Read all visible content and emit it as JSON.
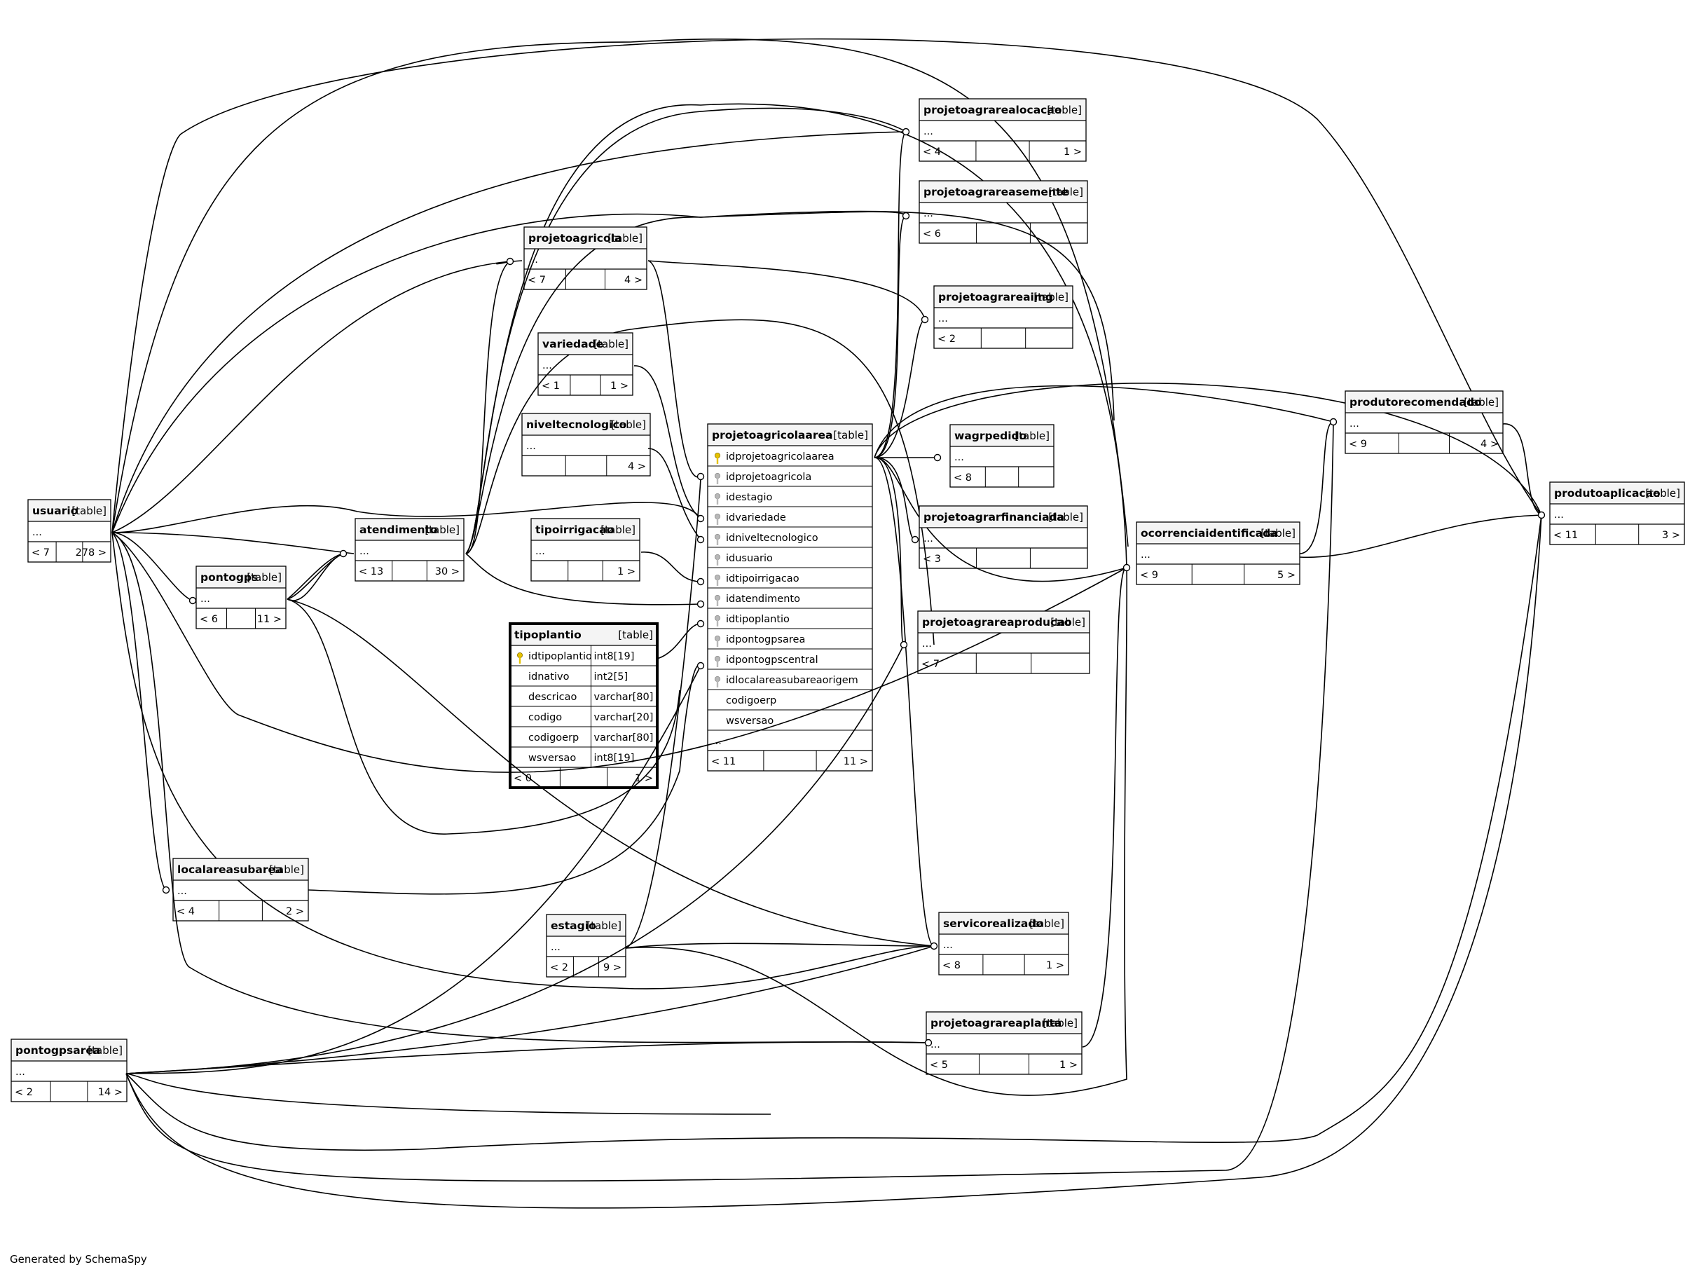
{
  "footer": "Generated by SchemaSpy",
  "table_tag": "[table]",
  "tables": [
    {
      "id": "usuario",
      "name": "usuario",
      "rows": [
        "..."
      ],
      "parents": "< 7",
      "children": "278 >"
    },
    {
      "id": "pontogps",
      "name": "pontogps",
      "rows": [
        "..."
      ],
      "parents": "< 6",
      "children": "11 >"
    },
    {
      "id": "atendimento",
      "name": "atendimento",
      "rows": [
        "..."
      ],
      "parents": "< 13",
      "children": "30 >"
    },
    {
      "id": "projetoagricola",
      "name": "projetoagricola",
      "rows": [
        "..."
      ],
      "parents": "< 7",
      "children": "4 >"
    },
    {
      "id": "variedade",
      "name": "variedade",
      "rows": [
        "..."
      ],
      "parents": "< 1",
      "children": "1 >"
    },
    {
      "id": "niveltecnologico",
      "name": "niveltecnologico",
      "rows": [
        "..."
      ],
      "parents": "",
      "children": "4 >"
    },
    {
      "id": "tipoirrigacao",
      "name": "tipoirrigacao",
      "rows": [
        "..."
      ],
      "parents": "",
      "children": "1 >"
    },
    {
      "id": "tipoplantio",
      "name": "tipoplantio",
      "focus": true,
      "columns": [
        {
          "name": "idtipoplantio",
          "type": "int8[19]",
          "pk": true
        },
        {
          "name": "idnativo",
          "type": "int2[5]"
        },
        {
          "name": "descricao",
          "type": "varchar[80]"
        },
        {
          "name": "codigo",
          "type": "varchar[20]"
        },
        {
          "name": "codigoerp",
          "type": "varchar[80]"
        },
        {
          "name": "wsversao",
          "type": "int8[19]"
        }
      ],
      "parents": "< 0",
      "children": "1 >"
    },
    {
      "id": "projetoagricolaarea",
      "name": "projetoagricolaarea",
      "columns": [
        {
          "name": "idprojetoagricolaarea",
          "pk": true
        },
        {
          "name": "idprojetoagricola",
          "fk": true
        },
        {
          "name": "idestagio",
          "fk": true
        },
        {
          "name": "idvariedade",
          "fk": true
        },
        {
          "name": "idniveltecnologico",
          "fk": true
        },
        {
          "name": "idusuario",
          "fk": true
        },
        {
          "name": "idtipoirrigacao",
          "fk": true
        },
        {
          "name": "idatendimento",
          "fk": true
        },
        {
          "name": "idtipoplantio",
          "fk": true
        },
        {
          "name": "idpontogpsarea",
          "fk": true
        },
        {
          "name": "idpontogpscentral",
          "fk": true
        },
        {
          "name": "idlocalareasubareaorigem",
          "fk": true
        },
        {
          "name": "codigoerp"
        },
        {
          "name": "wsversao"
        },
        {
          "name": "...",
          "plain": true
        }
      ],
      "parents": "< 11",
      "children": "11 >"
    },
    {
      "id": "localareasubarea",
      "name": "localareasubarea",
      "rows": [
        "..."
      ],
      "parents": "< 4",
      "children": "2 >"
    },
    {
      "id": "estagio",
      "name": "estagio",
      "rows": [
        "..."
      ],
      "parents": "< 2",
      "children": "9 >"
    },
    {
      "id": "pontogpsarea",
      "name": "pontogpsarea",
      "rows": [
        "..."
      ],
      "parents": "< 2",
      "children": "14 >"
    },
    {
      "id": "projetoagrarealocacao",
      "name": "projetoagrarealocacao",
      "rows": [
        "..."
      ],
      "parents": "< 4",
      "children": "1 >"
    },
    {
      "id": "projetoagrareasemente",
      "name": "projetoagrareasemente",
      "rows": [
        "..."
      ],
      "parents": "< 6",
      "children": ""
    },
    {
      "id": "projetoagrareaimg",
      "name": "projetoagrareaimg",
      "rows": [
        "..."
      ],
      "parents": "< 2",
      "children": ""
    },
    {
      "id": "wagrpedido",
      "name": "wagrpedido",
      "rows": [
        "..."
      ],
      "parents": "< 8",
      "children": ""
    },
    {
      "id": "projetoagrarfinanciada",
      "name": "projetoagrarfinanciada",
      "rows": [
        "..."
      ],
      "parents": "< 3",
      "children": ""
    },
    {
      "id": "projetoagrareaproducao",
      "name": "projetoagrareaproducao",
      "rows": [
        "..."
      ],
      "parents": "< 7",
      "children": ""
    },
    {
      "id": "servicorealizado",
      "name": "servicorealizado",
      "rows": [
        "..."
      ],
      "parents": "< 8",
      "children": "1 >"
    },
    {
      "id": "projetoagrareaplanta",
      "name": "projetoagrareaplanta",
      "rows": [
        "..."
      ],
      "parents": "< 5",
      "children": "1 >"
    },
    {
      "id": "ocorrenciaidentificada",
      "name": "ocorrenciaidentificada",
      "rows": [
        "..."
      ],
      "parents": "< 9",
      "children": "5 >"
    },
    {
      "id": "produtorecomendado",
      "name": "produtorecomendado",
      "rows": [
        "..."
      ],
      "parents": "< 9",
      "children": "4 >"
    },
    {
      "id": "produtoaplicacao",
      "name": "produtoaplicacao",
      "rows": [
        "..."
      ],
      "parents": "< 11",
      "children": "3 >"
    }
  ],
  "relationships": [
    [
      "projetoagricolaarea",
      "usuario"
    ],
    [
      "projetoagricolaarea",
      "projetoagricola"
    ],
    [
      "projetoagricolaarea",
      "estagio"
    ],
    [
      "projetoagricolaarea",
      "variedade"
    ],
    [
      "projetoagricolaarea",
      "niveltecnologico"
    ],
    [
      "projetoagricolaarea",
      "tipoirrigacao"
    ],
    [
      "projetoagricolaarea",
      "atendimento"
    ],
    [
      "projetoagricolaarea",
      "tipoplantio"
    ],
    [
      "projetoagricolaarea",
      "pontogpsarea"
    ],
    [
      "projetoagricolaarea",
      "localareasubarea"
    ],
    [
      "atendimento",
      "usuario"
    ],
    [
      "atendimento",
      "pontogps"
    ],
    [
      "pontogps",
      "usuario"
    ],
    [
      "localareasubarea",
      "usuario"
    ],
    [
      "projetoagricola",
      "usuario"
    ],
    [
      "projetoagricola",
      "atendimento"
    ],
    [
      "projetoagrarealocacao",
      "projetoagricolaarea"
    ],
    [
      "projetoagrarealocacao",
      "usuario"
    ],
    [
      "projetoagrareasemente",
      "projetoagricolaarea"
    ],
    [
      "projetoagrareasemente",
      "atendimento"
    ],
    [
      "projetoagrareaimg",
      "projetoagricolaarea"
    ],
    [
      "projetoagrareaimg",
      "projetoagricola"
    ],
    [
      "wagrpedido",
      "projetoagricolaarea"
    ],
    [
      "projetoagrarfinanciada",
      "projetoagricolaarea"
    ],
    [
      "projetoagrareaproducao",
      "projetoagricolaarea"
    ],
    [
      "projetoagrareaproducao",
      "pontogpsarea"
    ],
    [
      "servicorealizado",
      "projetoagricolaarea"
    ],
    [
      "servicorealizado",
      "estagio"
    ],
    [
      "servicorealizado",
      "usuario"
    ],
    [
      "servicorealizado",
      "pontogpsarea"
    ],
    [
      "projetoagrareaplanta",
      "usuario"
    ],
    [
      "projetoagrareaplanta",
      "pontogpsarea"
    ],
    [
      "ocorrenciaidentificada",
      "projetoagricolaarea"
    ],
    [
      "ocorrenciaidentificada",
      "projetoagrareaplanta"
    ],
    [
      "ocorrenciaidentificada",
      "estagio"
    ],
    [
      "ocorrenciaidentificada",
      "usuario"
    ],
    [
      "produtorecomendado",
      "ocorrenciaidentificada"
    ],
    [
      "produtorecomendado",
      "projetoagricolaarea"
    ],
    [
      "produtorecomendado",
      "usuario"
    ],
    [
      "produtoaplicacao",
      "produtorecomendado"
    ],
    [
      "produtoaplicacao",
      "ocorrenciaidentificada"
    ],
    [
      "produtoaplicacao",
      "pontogpsarea"
    ]
  ]
}
